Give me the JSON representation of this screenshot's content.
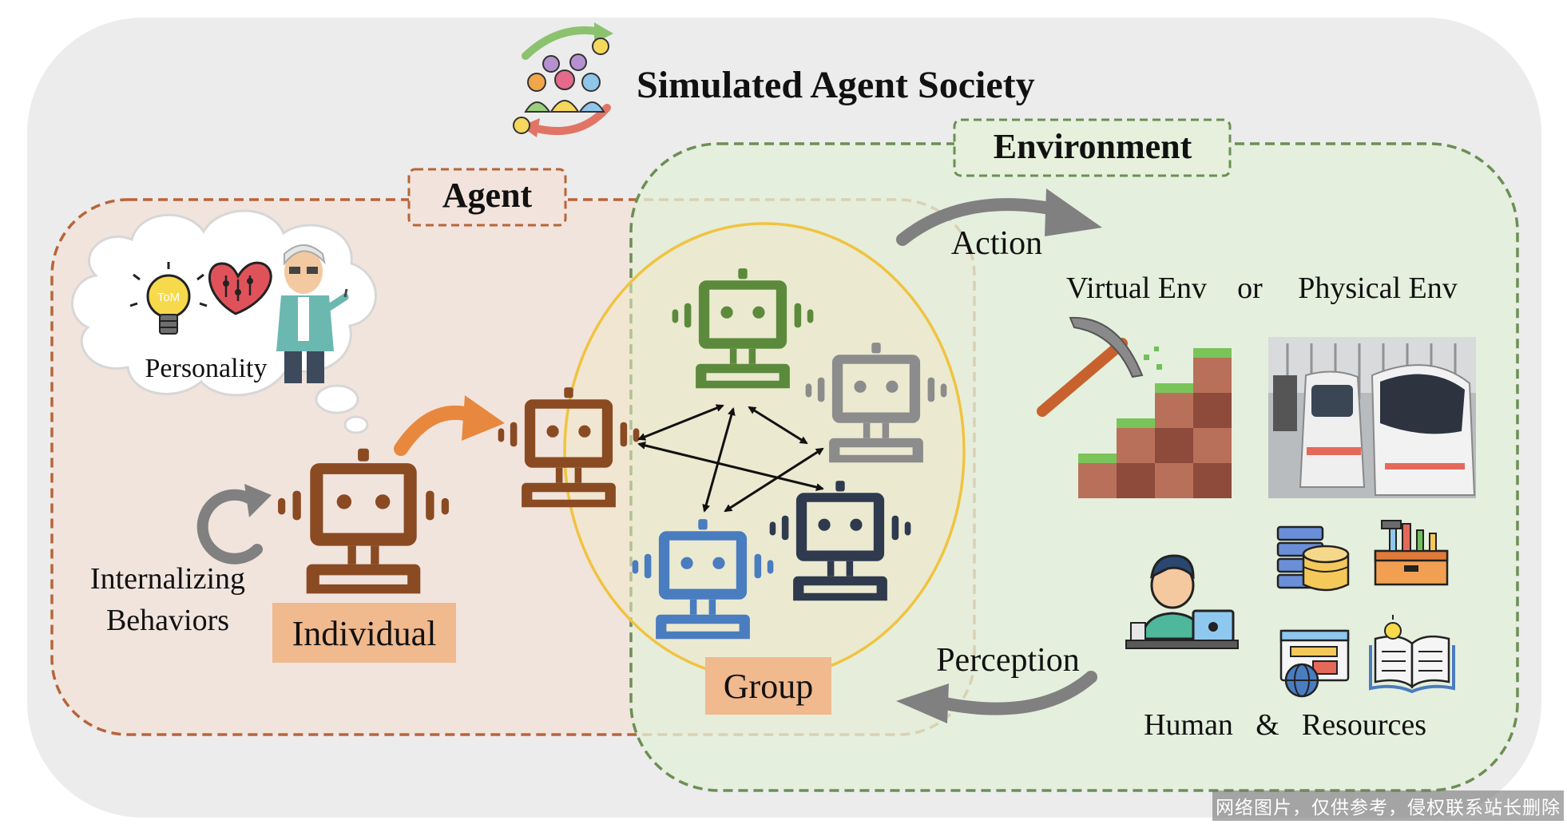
{
  "title": "Simulated Agent Society",
  "panels": {
    "agent_label": "Agent",
    "environment_label": "Environment"
  },
  "agent_side": {
    "personality": "Personality",
    "tom": "ToM",
    "internalizing_line1": "Internalizing",
    "internalizing_line2": "Behaviors",
    "individual": "Individual",
    "group": "Group"
  },
  "environment_side": {
    "action": "Action",
    "virtual_env": "Virtual Env",
    "or": "or",
    "physical_env": "Physical Env",
    "perception": "Perception",
    "human": "Human",
    "amp": "&",
    "resources": "Resources"
  },
  "watermark": "网络图片，仅供参考，侵权联系站长删除",
  "colors": {
    "background": "#ececec",
    "agent_fill": "#f2e3dc",
    "agent_border": "#b8643a",
    "env_fill": "#e3efd8",
    "env_border": "#6b8f55",
    "group_circle": "#f0c341",
    "brown_robot": "#8a4a22",
    "green_robot": "#5c8a3c",
    "gray_robot": "#8c8c8c",
    "blue_robot": "#4a7cc0",
    "navy_robot": "#2f3a4f",
    "label_box": "#f0b98e",
    "arrow_orange": "#e8883e",
    "arrow_gray": "#808080"
  },
  "icons": [
    "society-icon",
    "lightbulb-tom-icon",
    "heart-icon",
    "scientist-icon",
    "cycle-arrow-icon",
    "pickaxe-icon",
    "staircase-blocks-icon",
    "service-robots-photo",
    "human-laptop-icon",
    "database-icon",
    "toolbox-icon",
    "web-browser-icon",
    "book-icon"
  ]
}
